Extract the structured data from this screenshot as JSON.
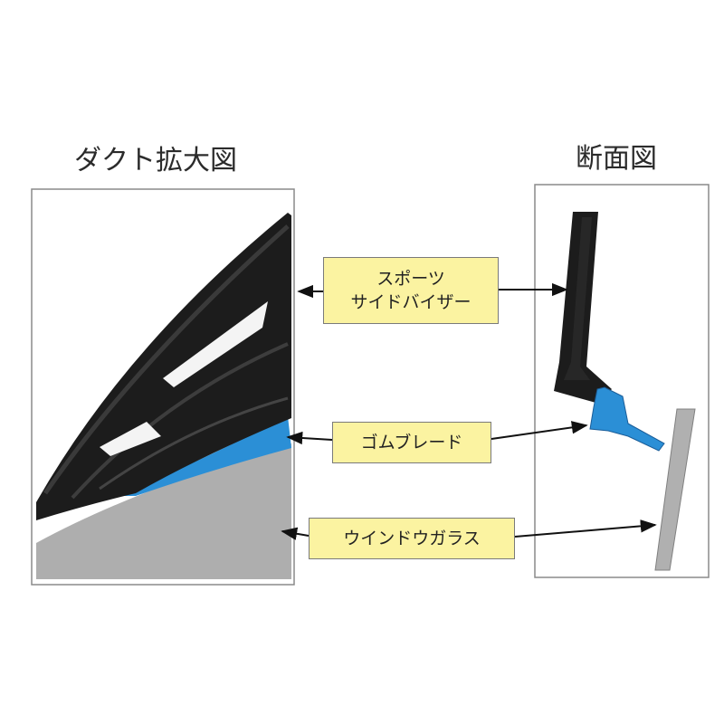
{
  "titles": {
    "enlarged": "ダクト拡大図",
    "section": "断面図"
  },
  "labels": {
    "visor_line1": "スポーツ",
    "visor_line2": "サイドバイザー",
    "blade": "ゴムブレード",
    "glass": "ウインドウガラス"
  },
  "colors": {
    "visor": "#1c1c1c",
    "blade": "#2b8fd6",
    "glass": "#a9a9a9",
    "label_fill": "#fbf3a1",
    "frame": "#8a8a8a"
  }
}
